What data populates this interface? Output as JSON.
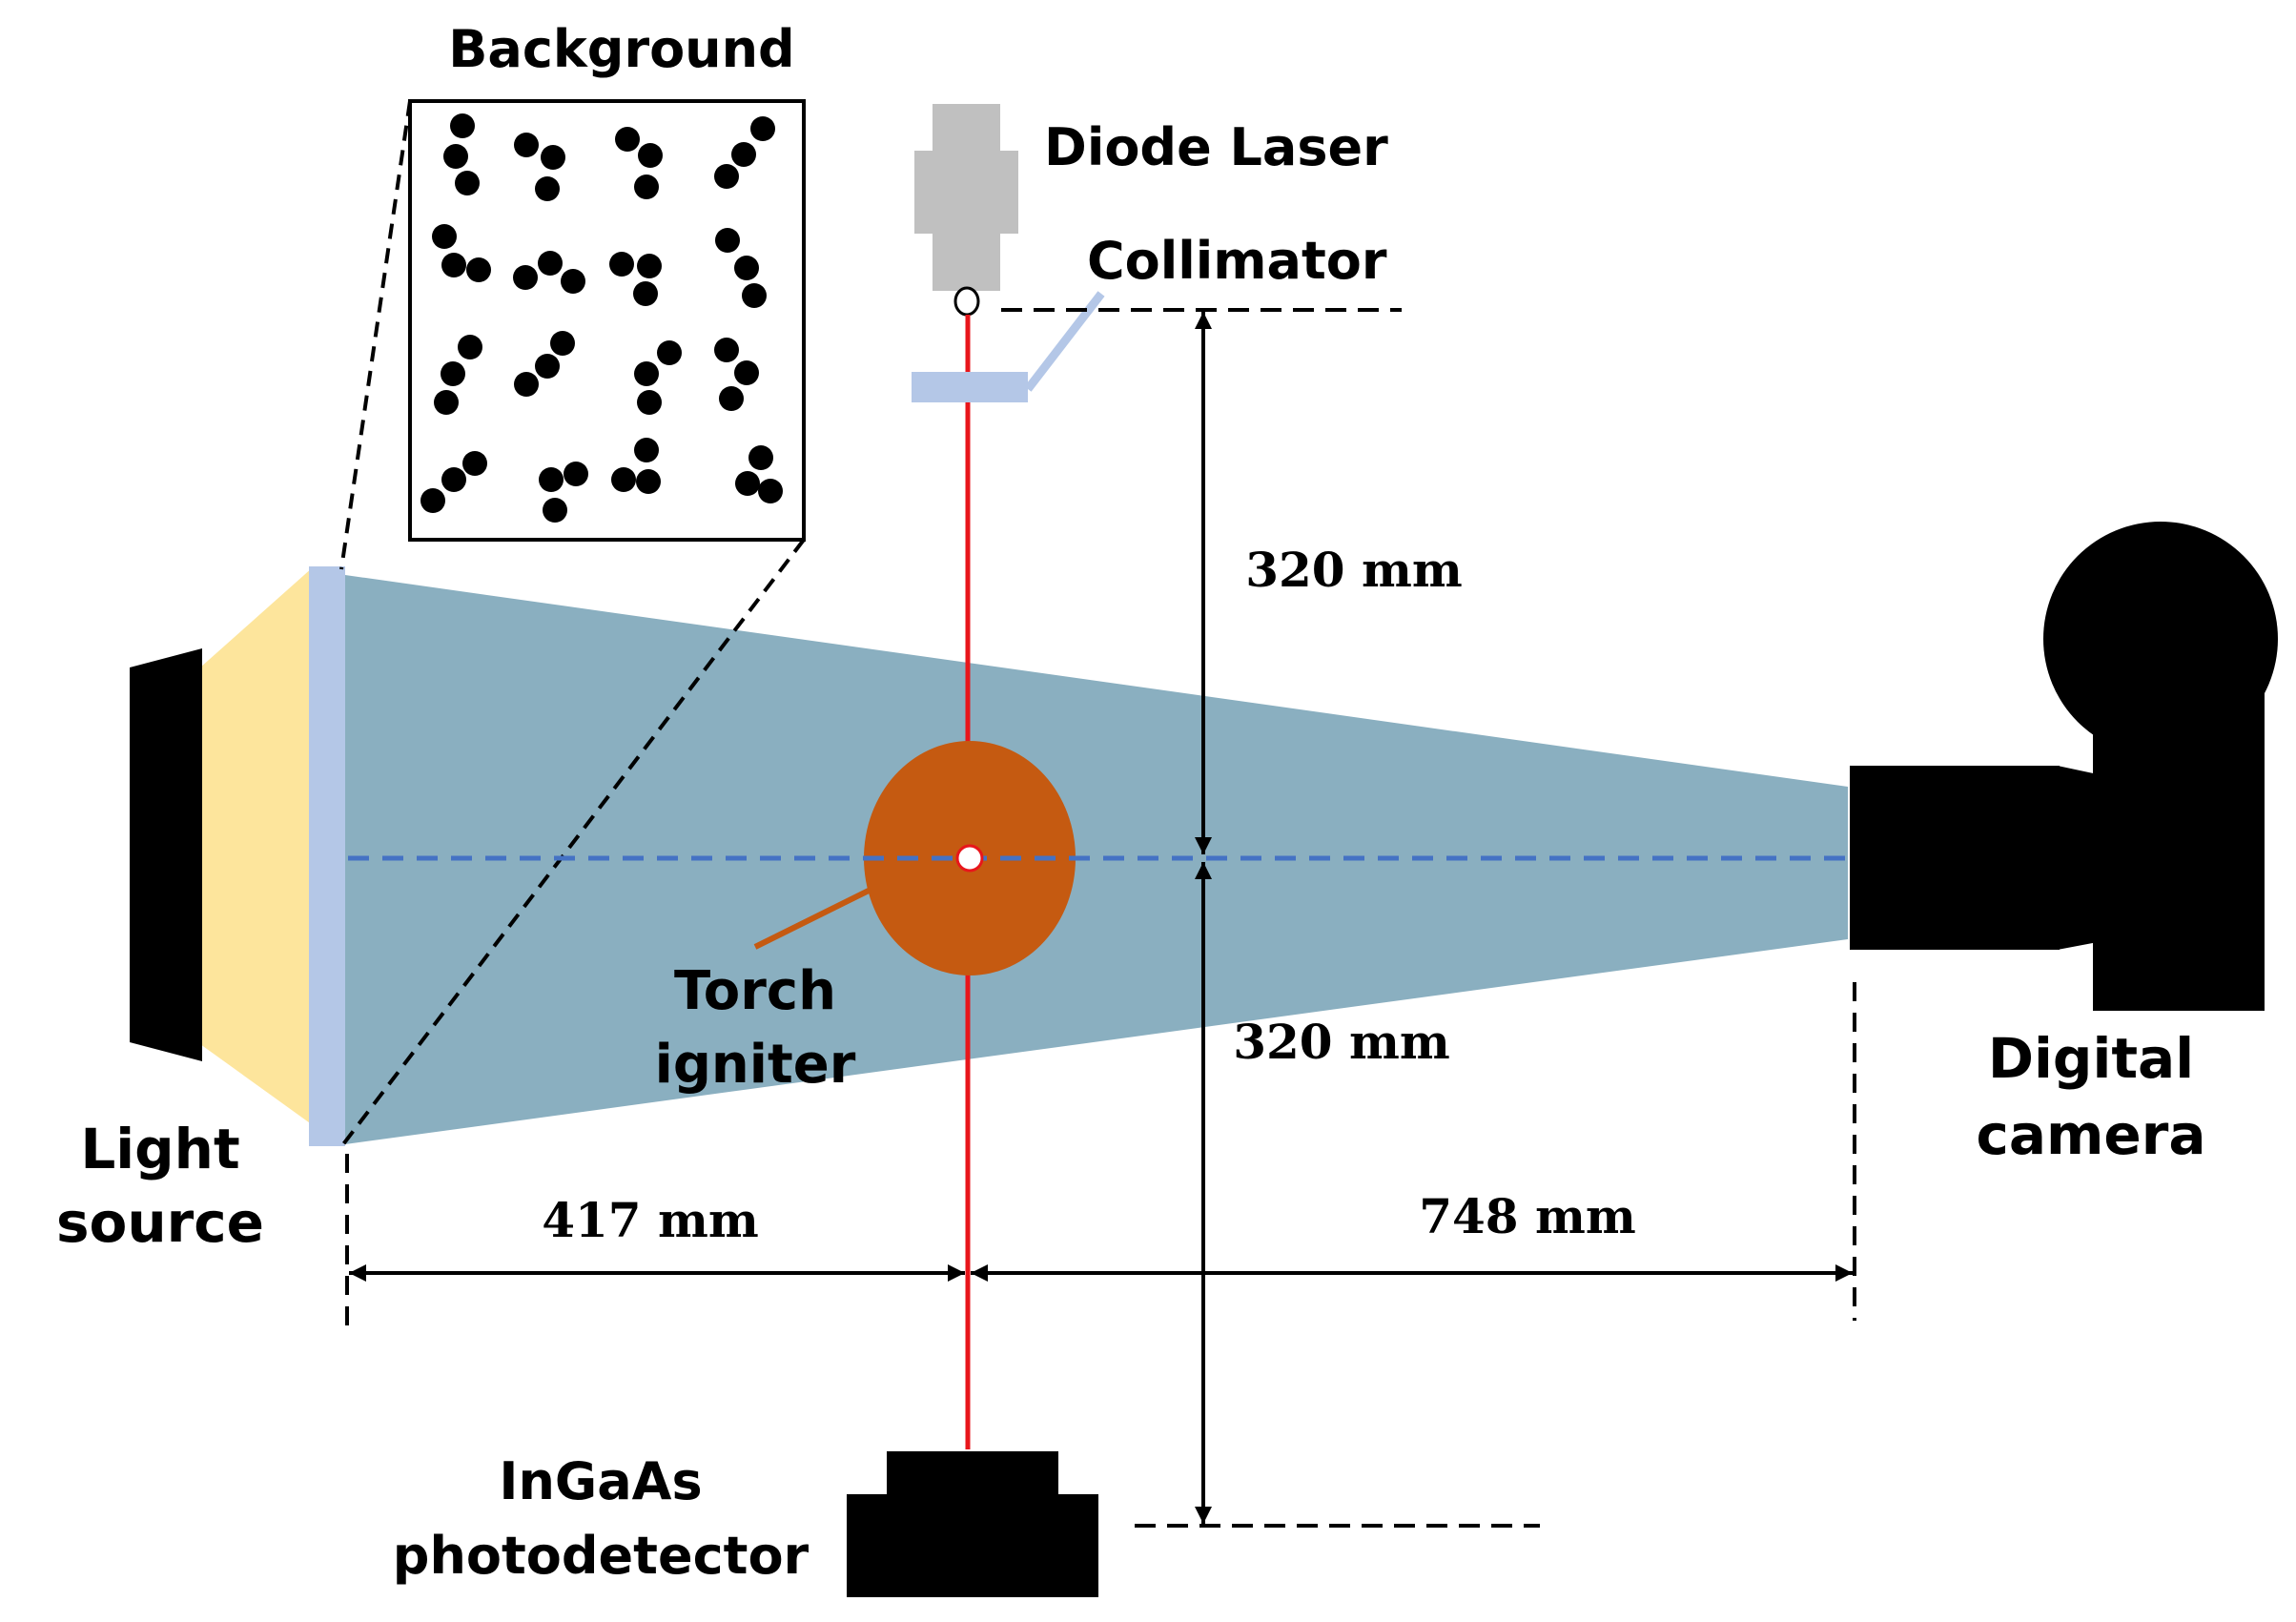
{
  "labels": {
    "background": "Background",
    "diode_laser": "Diode Laser",
    "collimator": "Collimator",
    "torch_igniter_line1": "Torch",
    "torch_igniter_line2": "igniter",
    "light_source_line1": "Light",
    "light_source_line2": "source",
    "digital_camera_line1": "Digital",
    "digital_camera_line2": "camera",
    "photodetector_line1": "InGaAs",
    "photodetector_line2": "photodetector"
  },
  "dimensions": {
    "upper_vertical": "320 mm",
    "lower_vertical": "320 mm",
    "left_horizontal": "417 mm",
    "right_horizontal": "748 mm"
  },
  "colors": {
    "field_of_view": "#8aafc0",
    "light_glow": "#fde59c",
    "diffuser_panel": "#b4c7e7",
    "laser_beam": "#e8161b",
    "torch_igniter": "#c55a11",
    "optical_axis": "#4472c4",
    "laser_body": "#c0c0c0",
    "hardware": "#000000"
  }
}
